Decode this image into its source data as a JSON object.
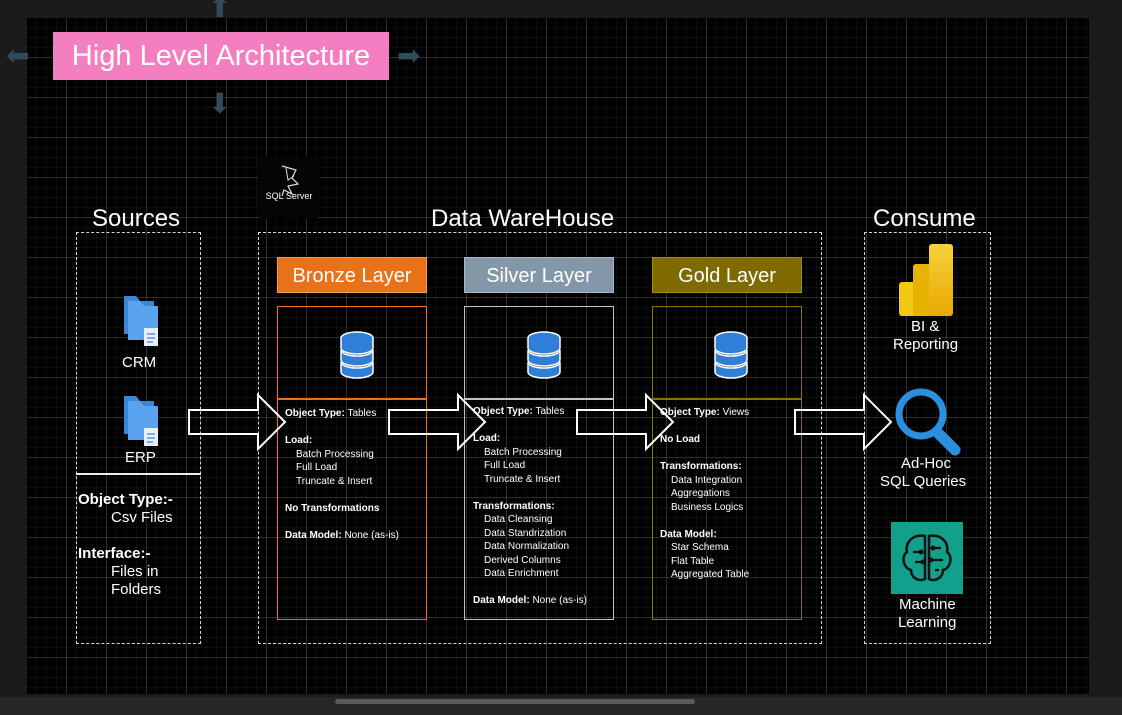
{
  "title": "High Level Architecture",
  "sql_logo_text": "SQL Server",
  "sections": {
    "sources": "Sources",
    "warehouse": "Data WareHouse",
    "consume": "Consume"
  },
  "sources": {
    "items": [
      "CRM",
      "ERP"
    ],
    "object_type_label": "Object Type:-",
    "object_type_value": "Csv Files",
    "interface_label": "Interface:-",
    "interface_value_1": "Files in",
    "interface_value_2": "Folders"
  },
  "layers": {
    "bronze": {
      "title": "Bronze Layer",
      "object_type_label": "Object Type:",
      "object_type_value": "Tables",
      "load_label": "Load:",
      "load": [
        "Batch Processing",
        "Full Load",
        "Truncate & Insert"
      ],
      "transform_label": "No Transformations",
      "model_label": "Data Model:",
      "model_value": "None (as-is)"
    },
    "silver": {
      "title": "Silver Layer",
      "object_type_label": "Object Type:",
      "object_type_value": "Tables",
      "load_label": "Load:",
      "load": [
        "Batch Processing",
        "Full Load",
        "Truncate & Insert"
      ],
      "transform_label": "Transformations:",
      "transforms": [
        "Data Cleansing",
        "Data Standrization",
        "Data Normalization",
        "Derived Columns",
        "Data Enrichment"
      ],
      "model_label": "Data Model:",
      "model_value": "None (as-is)"
    },
    "gold": {
      "title": "Gold Layer",
      "object_type_label": "Object Type:",
      "object_type_value": "Views",
      "load_label": "No Load",
      "transform_label": "Transformations:",
      "transforms": [
        "Data Integration",
        "Aggregations",
        "Business Logics"
      ],
      "model_label": "Data Model:",
      "models": [
        "Star Schema",
        "Flat Table",
        "Aggregated Table"
      ]
    }
  },
  "consume": {
    "bi_1": "BI &",
    "bi_2": "Reporting",
    "adhoc_1": "Ad-Hoc",
    "adhoc_2": "SQL  Queries",
    "ml_1": "Machine",
    "ml_2": "Learning"
  },
  "colors": {
    "title_bg": "#f47fc0",
    "bronze": "#e8711a",
    "silver": "#8497a8",
    "gold": "#7f6a00",
    "db_icon": "#2f7ed8"
  }
}
